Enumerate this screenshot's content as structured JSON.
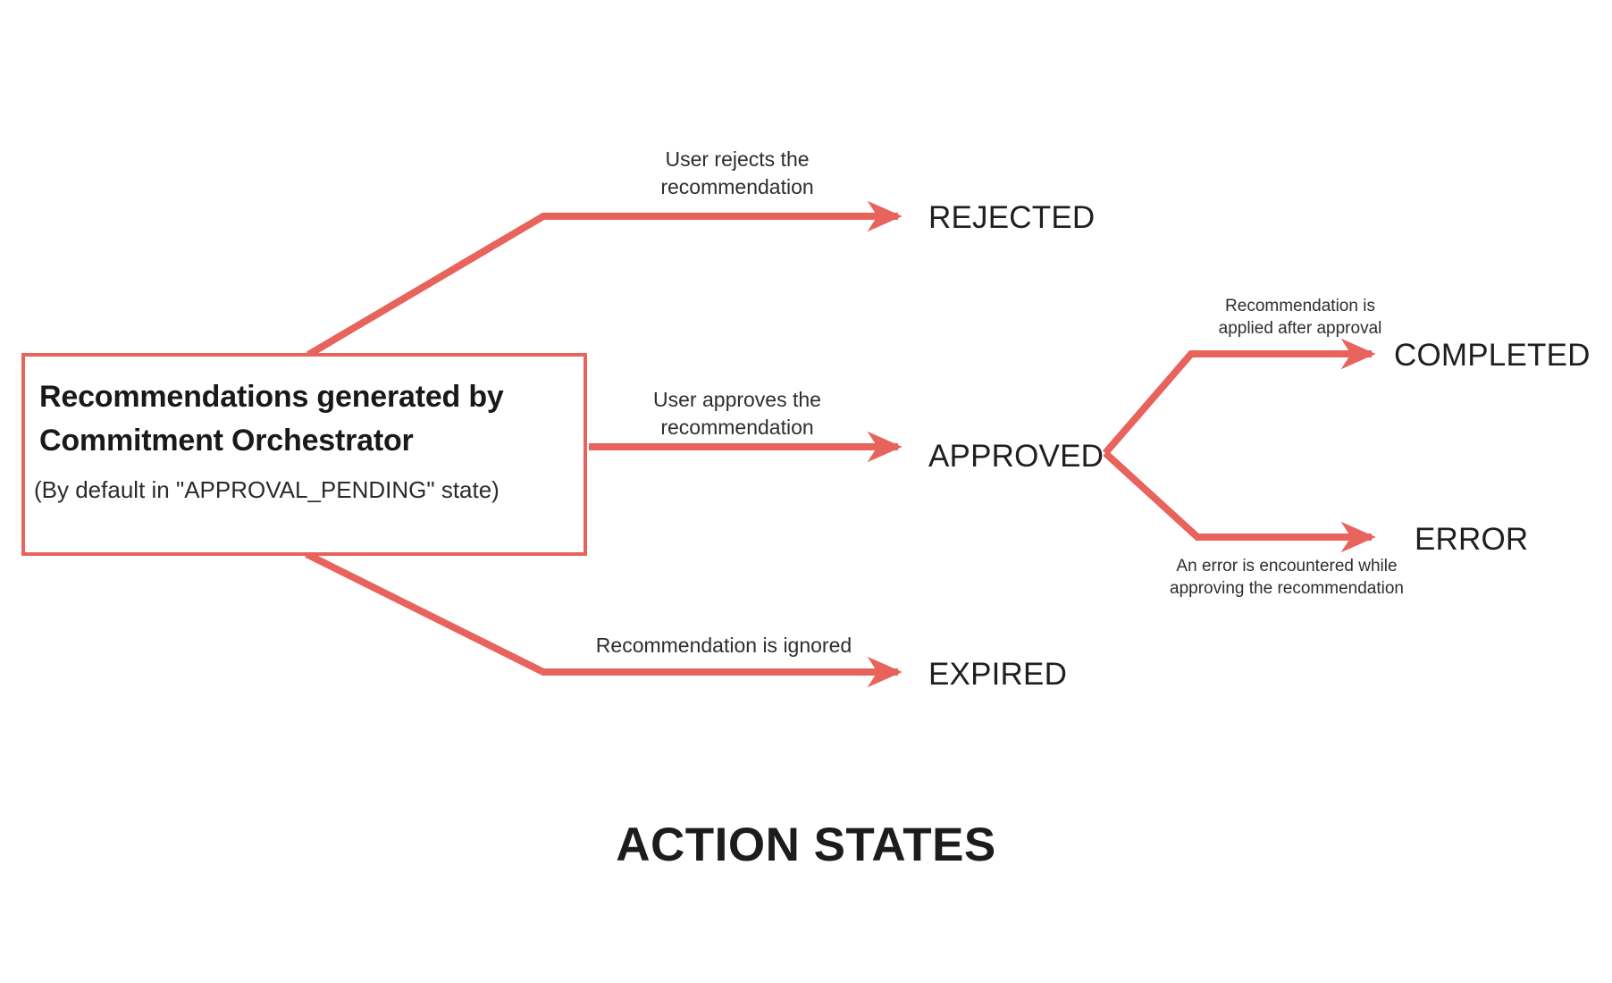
{
  "diagram": {
    "title": "ACTION STATES",
    "accent_color": "#e8635c",
    "text_color": "#1f1f21",
    "background_color": "#ffffff",
    "source_node": {
      "title": "Recommendations generated by Commitment Orchestrator",
      "subtitle": "(By default in \"APPROVAL_PENDING\" state)"
    },
    "states": [
      {
        "id": "rejected",
        "label": "REJECTED"
      },
      {
        "id": "approved",
        "label": "APPROVED"
      },
      {
        "id": "expired",
        "label": "EXPIRED"
      },
      {
        "id": "completed",
        "label": "COMPLETED"
      },
      {
        "id": "error",
        "label": "ERROR"
      }
    ],
    "transitions": [
      {
        "id": "to-rejected",
        "from": "source",
        "to": "rejected",
        "label": "User rejects the\nrecommendation"
      },
      {
        "id": "to-approved",
        "from": "source",
        "to": "approved",
        "label": "User approves the\nrecommendation"
      },
      {
        "id": "to-expired",
        "from": "source",
        "to": "expired",
        "label": "Recommendation is ignored"
      },
      {
        "id": "to-completed",
        "from": "approved",
        "to": "completed",
        "label": "Recommendation is\napplied after approval"
      },
      {
        "id": "to-error",
        "from": "approved",
        "to": "error",
        "label": "An error is encountered while\napproving the recommendation"
      }
    ]
  }
}
